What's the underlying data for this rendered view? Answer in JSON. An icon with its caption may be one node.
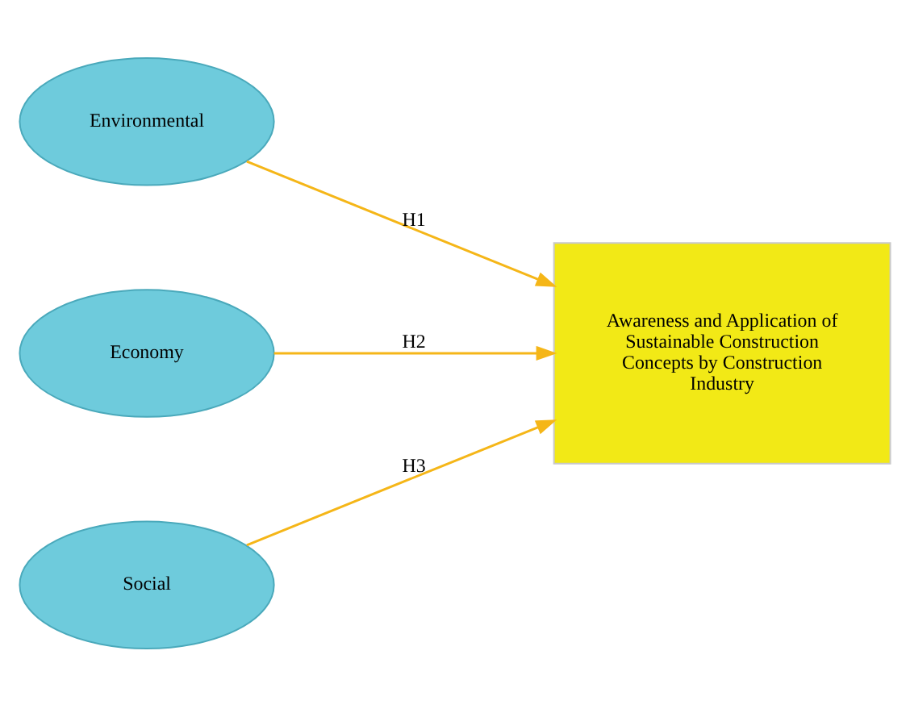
{
  "diagram": {
    "nodes": [
      {
        "text": [
          "Environmental"
        ]
      },
      {
        "text": [
          "Economy"
        ]
      },
      {
        "text": [
          "Social"
        ]
      },
      {
        "text": [
          "Awareness and Application of Sustainable Construction Concepts by Construction Industry"
        ]
      }
    ],
    "edges": [
      {
        "from": 0,
        "to": 3,
        "arrow": "to",
        "label": "H1"
      },
      {
        "from": 1,
        "to": 3,
        "arrow": "to",
        "label": "H2"
      },
      {
        "from": 2,
        "to": 3,
        "arrow": "to",
        "label": "H3"
      }
    ]
  }
}
